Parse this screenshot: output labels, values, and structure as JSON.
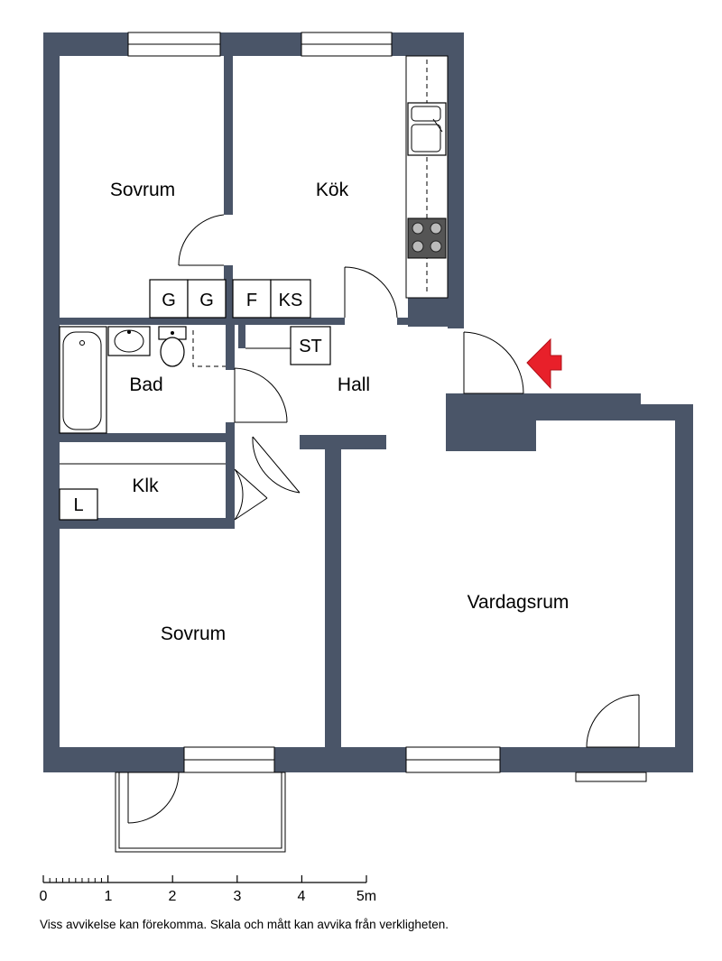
{
  "rooms": {
    "bedroom_top": "Sovrum",
    "kitchen": "Kök",
    "bathroom": "Bad",
    "hall": "Hall",
    "closet": "Klk",
    "bedroom_bottom": "Sovrum",
    "living_room": "Vardagsrum"
  },
  "fixtures": {
    "g1": "G",
    "g2": "G",
    "f": "F",
    "ks": "KS",
    "st": "ST",
    "l": "L"
  },
  "scale": {
    "ticks": [
      "0",
      "1",
      "2",
      "3",
      "4",
      "5m"
    ]
  },
  "disclaimer": "Viss avvikelse kan förekomma. Skala och mått kan avvika från verkligheten.",
  "colors": {
    "wall": "#4a5568",
    "entrance_arrow": "#e8202a"
  }
}
